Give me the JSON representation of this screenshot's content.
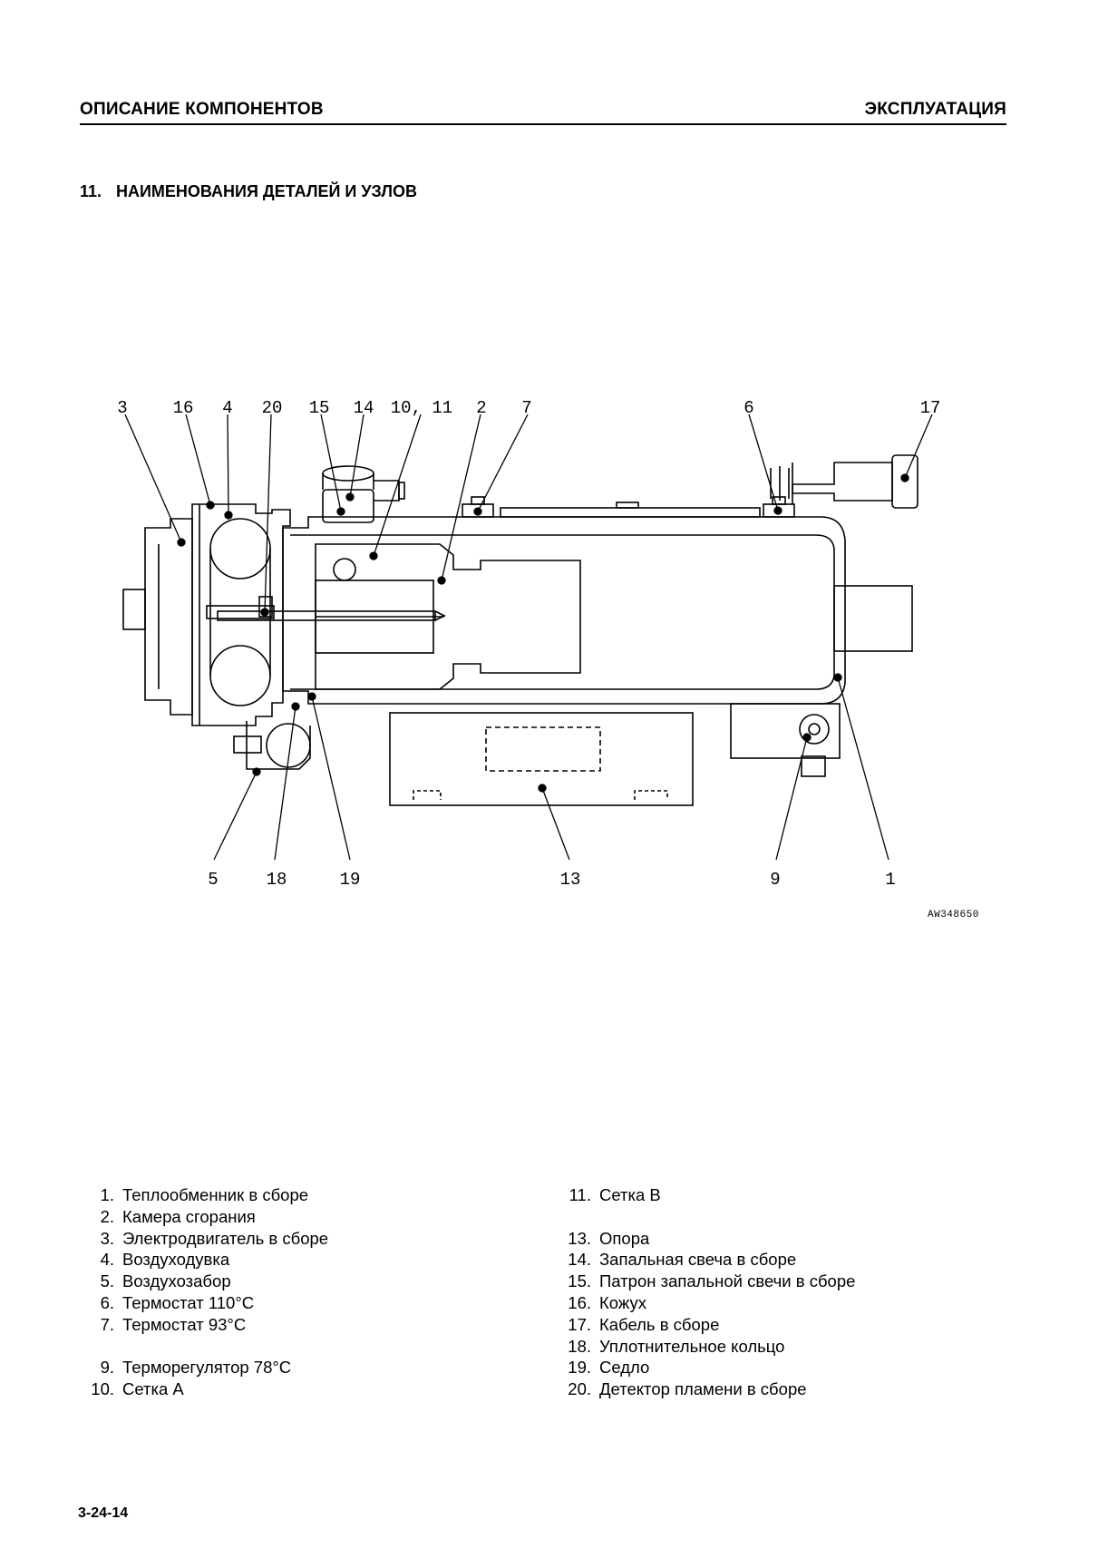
{
  "header": {
    "left": "ОПИСАНИЕ КОМПОНЕНТОВ",
    "right": "ЭКСПЛУАТАЦИЯ"
  },
  "section": {
    "number": "11.",
    "title": "НАИМЕНОВАНИЯ ДЕТАЛЕЙ И УЗЛОВ"
  },
  "diagram": {
    "code": "AW348650",
    "callouts_top": [
      "3",
      "16",
      "4",
      "20",
      "15",
      "14",
      "10, 11",
      "2",
      "7",
      "6",
      "17"
    ],
    "callouts_bottom": [
      "5",
      "18",
      "19",
      "13",
      "9",
      "1"
    ]
  },
  "legend_left": [
    {
      "num": "1.",
      "text": "Теплообменник в сборе"
    },
    {
      "num": "2.",
      "text": "Камера сгорания"
    },
    {
      "num": "3.",
      "text": "Электродвигатель в сборе"
    },
    {
      "num": "4.",
      "text": "Воздуходувка"
    },
    {
      "num": "5.",
      "text": "Воздухозабор"
    },
    {
      "num": "6.",
      "text": "Термостат 110°C"
    },
    {
      "num": "7.",
      "text": "Термостат 93°C"
    },
    {
      "num": "",
      "text": ""
    },
    {
      "num": "9.",
      "text": "Терморегулятор 78°C"
    },
    {
      "num": "10.",
      "text": "Сетка А"
    }
  ],
  "legend_right": [
    {
      "num": "11.",
      "text": "Сетка В"
    },
    {
      "num": "",
      "text": ""
    },
    {
      "num": "13.",
      "text": "Опора"
    },
    {
      "num": "14.",
      "text": "Запальная свеча в сборе"
    },
    {
      "num": "15.",
      "text": "Патрон запальной свечи в сборе"
    },
    {
      "num": "16.",
      "text": "Кожух"
    },
    {
      "num": "17.",
      "text": "Кабель в сборе"
    },
    {
      "num": "18.",
      "text": "Уплотнительное кольцо"
    },
    {
      "num": "19.",
      "text": "Седло"
    },
    {
      "num": "20.",
      "text": "Детектор пламени в сборе"
    }
  ],
  "page_number": "3-24-14"
}
